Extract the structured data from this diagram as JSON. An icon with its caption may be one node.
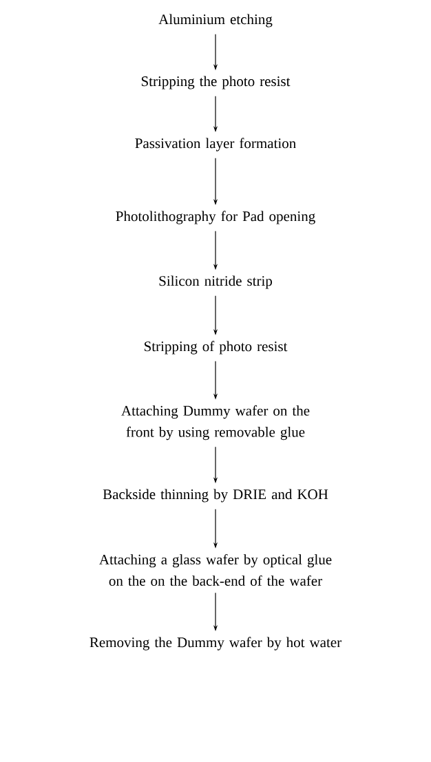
{
  "diagram": {
    "nodes": [
      {
        "text": [
          "Aluminium etching"
        ]
      },
      {
        "text": [
          "Stripping the photo resist"
        ]
      },
      {
        "text": [
          "Passivation layer formation"
        ]
      },
      {
        "text": [
          "Photolithography for Pad opening"
        ]
      },
      {
        "text": [
          "Silicon nitride strip"
        ]
      },
      {
        "text": [
          "Stripping of photo resist"
        ]
      },
      {
        "text": [
          "Attaching Dummy wafer on the front by using removable glue"
        ]
      },
      {
        "text": [
          "Backside thinning by DRIE and KOH"
        ]
      },
      {
        "text": [
          "Attaching a glass wafer by optical glue on the on the back-end of the wafer"
        ]
      },
      {
        "text": [
          "Removing the Dummy wafer by hot water"
        ]
      }
    ],
    "edges": [
      {
        "from": 0,
        "to": 1,
        "arrow": "to"
      },
      {
        "from": 1,
        "to": 2,
        "arrow": "to"
      },
      {
        "from": 2,
        "to": 3,
        "arrow": "to"
      },
      {
        "from": 3,
        "to": 4,
        "arrow": "to"
      },
      {
        "from": 4,
        "to": 5,
        "arrow": "to"
      },
      {
        "from": 5,
        "to": 6,
        "arrow": "to"
      },
      {
        "from": 6,
        "to": 7,
        "arrow": "to"
      },
      {
        "from": 7,
        "to": 8,
        "arrow": "to"
      },
      {
        "from": 8,
        "to": 9,
        "arrow": "to"
      }
    ]
  }
}
